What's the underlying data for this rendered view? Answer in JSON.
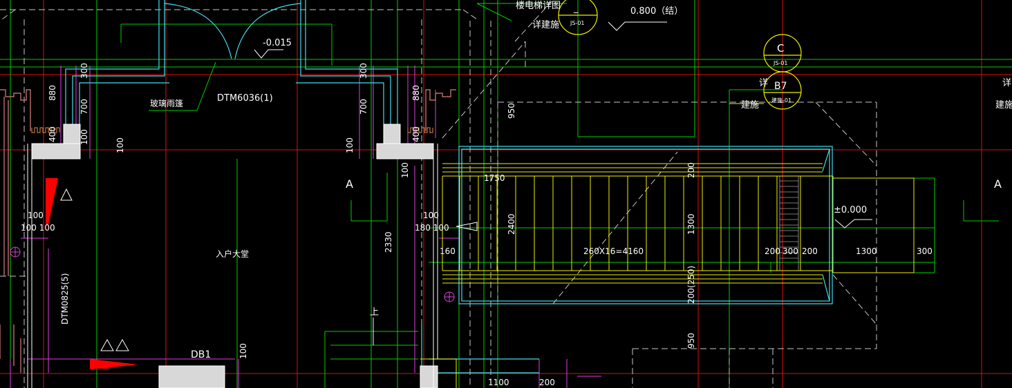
{
  "drawing": {
    "colors": {
      "background": "#000000",
      "axis_red": "#e01010",
      "green": "#00d000",
      "cyan": "#40e0f0",
      "yellow": "#f0f000",
      "magenta": "#e040e0",
      "white": "#ffffff",
      "grey": "#c8c8c8",
      "blue": "#3050ff",
      "fill_red": "#ff0000"
    },
    "labels": {
      "stair_detail": "楼电梯详图",
      "see_arch": "详建施",
      "elev_top": "0.800（结）",
      "elev_door": "-0.015",
      "door_type": "DTM6036(1)",
      "glass_canopy": "玻璃雨篷",
      "section_a_left": "A",
      "section_a_right": "A",
      "hall_name": "入户大堂",
      "up_arrow_text": "上",
      "db1": "DB1",
      "elev_zero": "±0.000",
      "bubble_c_letter": "C",
      "bubble_c_sheet": "JS-01",
      "bubble_b7_letter": "B7",
      "bubble_b7_sheet": "建施-01",
      "bubble_top_sheet": "JS-01",
      "bubble_top_letter": "_",
      "see_word": "详",
      "arch_word": "建施",
      "window_left": "DTM0825(5)",
      "tag_right": "详",
      "tag_right2": "建施"
    },
    "dimensions": {
      "d880": "880",
      "d300": "300",
      "d700": "700",
      "d400": "400",
      "d100": "100",
      "d180": "180",
      "d950": "950",
      "d1750": "1750",
      "d2400": "2400",
      "d2330": "2330",
      "d160": "160",
      "tread_calc": "260X16=4160",
      "d200": "200",
      "d1300": "1300",
      "d1100": "1100",
      "d200_2": "200(250)",
      "d100_100": "100 100",
      "d180_100": "180 100"
    }
  }
}
